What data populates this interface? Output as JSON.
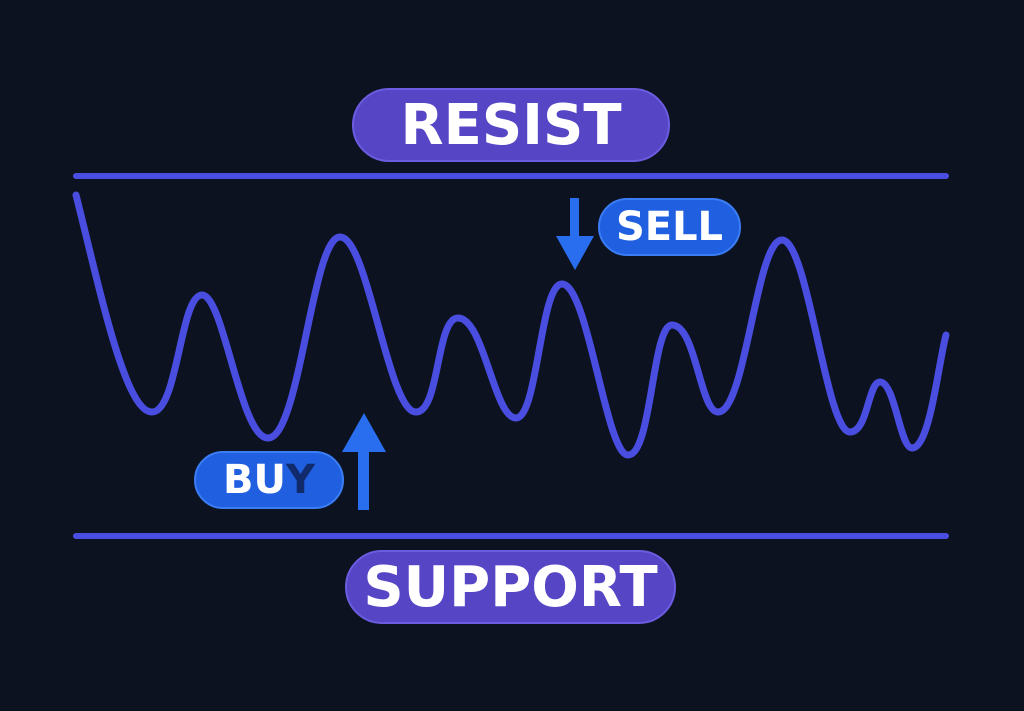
{
  "labels": {
    "resist": "RESIST",
    "support": "SUPPORT",
    "sell": "SELL",
    "buy_main": "BU",
    "buy_last": "Y"
  },
  "colors": {
    "background": "#0c1220",
    "line": "#4a4ee0",
    "big_pill": "#5646c6",
    "small_pill": "#1f5fe0",
    "arrow": "#2a6ef0"
  },
  "signals": [
    {
      "type": "sell",
      "direction": "down"
    },
    {
      "type": "buy",
      "direction": "up"
    }
  ]
}
